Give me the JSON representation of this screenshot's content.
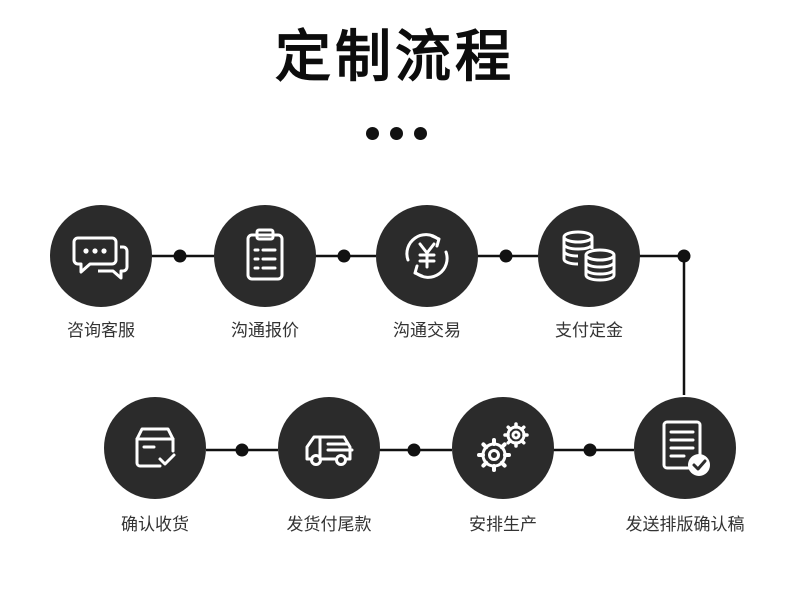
{
  "title": "定制流程",
  "steps": [
    {
      "label": "咨询客服",
      "icon": "chat-bubbles-icon"
    },
    {
      "label": "沟通报价",
      "icon": "clipboard-icon"
    },
    {
      "label": "沟通交易",
      "icon": "yen-exchange-icon"
    },
    {
      "label": "支付定金",
      "icon": "coins-icon"
    },
    {
      "label": "发送排版确认稿",
      "icon": "document-check-icon"
    },
    {
      "label": "安排生产",
      "icon": "gears-icon"
    },
    {
      "label": "发货付尾款",
      "icon": "delivery-truck-icon"
    },
    {
      "label": "确认收货",
      "icon": "box-check-icon"
    }
  ],
  "colors": {
    "circle": "#2b2b2b",
    "line": "#111111",
    "text": "#333333"
  }
}
